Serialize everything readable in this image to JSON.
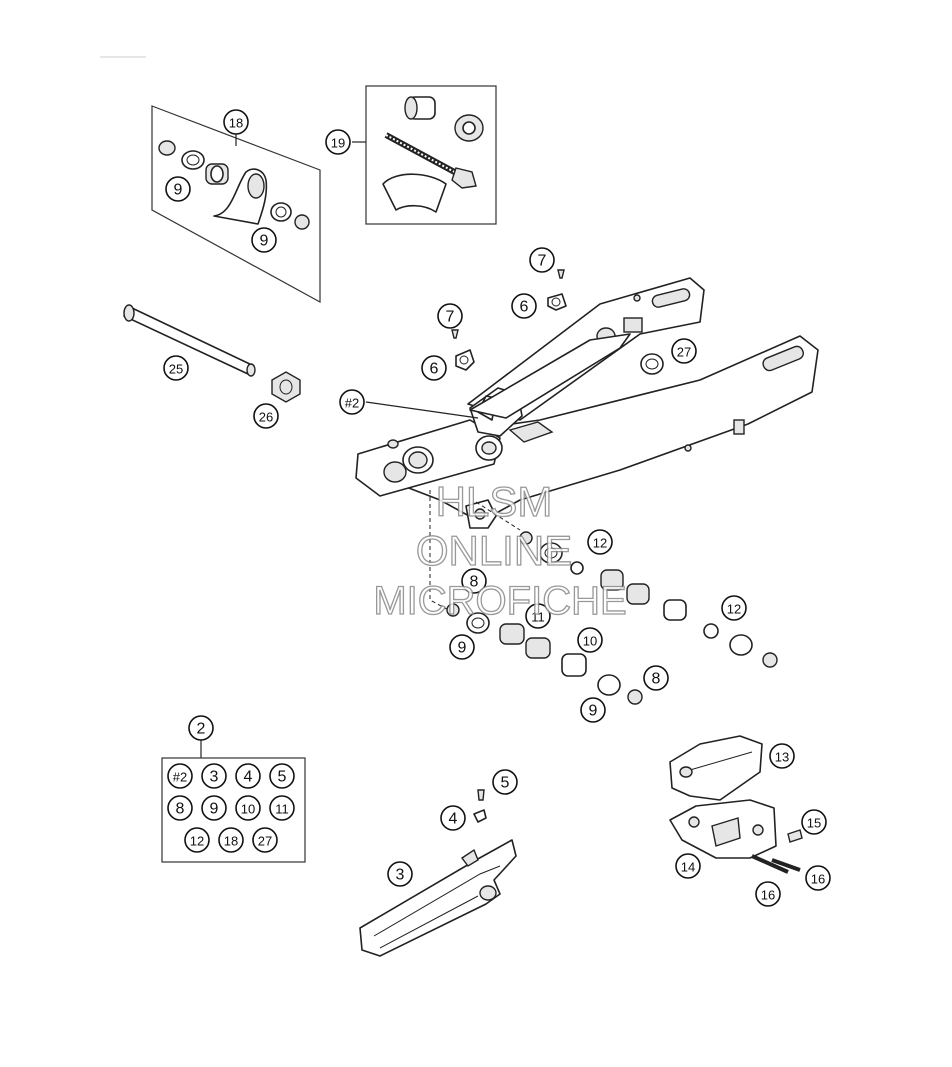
{
  "callouts": {
    "c18": "18",
    "c19": "19",
    "c9a": "9",
    "c9b": "9",
    "c7a": "7",
    "c6a": "6",
    "c7b": "7",
    "c6b": "6",
    "c27": "27",
    "c25": "25",
    "c26": "26",
    "chash": "#2",
    "c12a": "12",
    "c8a": "8",
    "c11": "11",
    "c10": "10",
    "c12b": "12",
    "c9c": "9",
    "c8b": "8",
    "c9d": "9",
    "c2": "2",
    "c5": "5",
    "c4": "4",
    "c3": "3",
    "c13": "13",
    "c15": "15",
    "c14": "14",
    "c16a": "16",
    "c16b": "16"
  },
  "kit_box": {
    "row1": [
      "#2",
      "3",
      "4",
      "5"
    ],
    "row2": [
      "8",
      "9",
      "10",
      "11"
    ],
    "row3": [
      "12",
      "18",
      "27"
    ]
  },
  "watermark": {
    "line1": "HLSM",
    "line2": "ONLINE",
    "line3": "MICROFICHE"
  }
}
